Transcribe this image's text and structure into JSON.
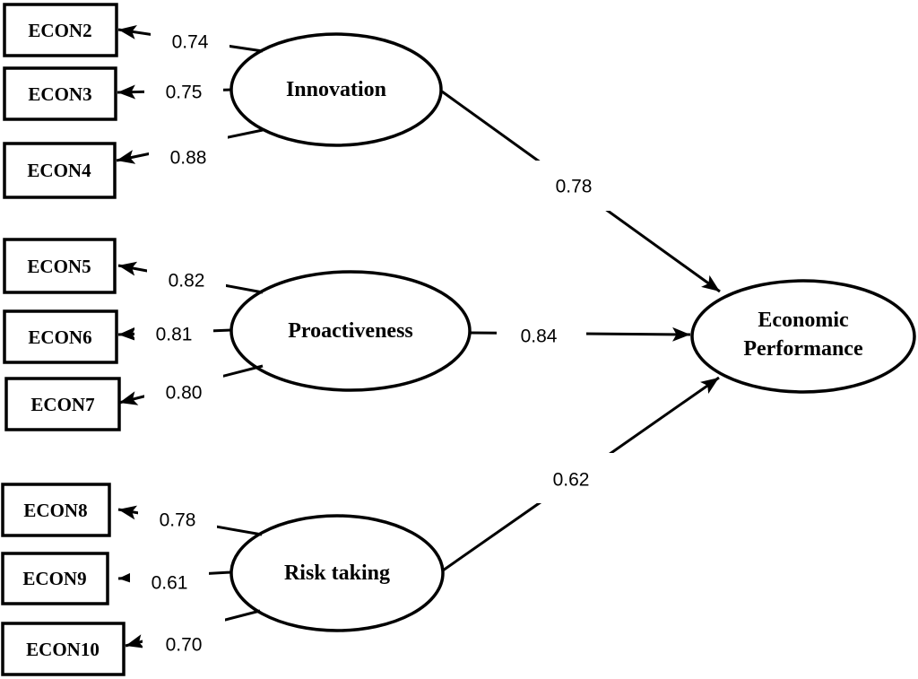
{
  "figure": {
    "type": "sem-path-diagram",
    "background_color": "#ffffff",
    "line_color": "#000000"
  },
  "model": {
    "latents": [
      {
        "id": "innovation",
        "label": "Innovation"
      },
      {
        "id": "proactiveness",
        "label": "Proactiveness"
      },
      {
        "id": "risk-taking",
        "label": "Risk taking"
      },
      {
        "id": "economic-performance",
        "label_line1": "Economic",
        "label_line2": "Performance"
      }
    ],
    "indicators": [
      {
        "label": "ECON2",
        "loading": "0.74",
        "latent": "Innovation"
      },
      {
        "label": "ECON3",
        "loading": "0.75",
        "latent": "Innovation"
      },
      {
        "label": "ECON4",
        "loading": "0.88",
        "latent": "Innovation"
      },
      {
        "label": "ECON5",
        "loading": "0.82",
        "latent": "Proactiveness"
      },
      {
        "label": "ECON6",
        "loading": "0.81",
        "latent": "Proactiveness"
      },
      {
        "label": "ECON7",
        "loading": "0.80",
        "latent": "Proactiveness"
      },
      {
        "label": "ECON8",
        "loading": "0.78",
        "latent": "Risk taking"
      },
      {
        "label": "ECON9",
        "loading": "0.61",
        "latent": "Risk taking"
      },
      {
        "label": "ECON10",
        "loading": "0.70",
        "latent": "Risk taking"
      }
    ],
    "paths": [
      {
        "from": "Innovation",
        "to": "Economic Performance",
        "coefficient": "0.78"
      },
      {
        "from": "Proactiveness",
        "to": "Economic Performance",
        "coefficient": "0.84"
      },
      {
        "from": "Risk taking",
        "to": "Economic Performance",
        "coefficient": "0.62"
      }
    ]
  }
}
